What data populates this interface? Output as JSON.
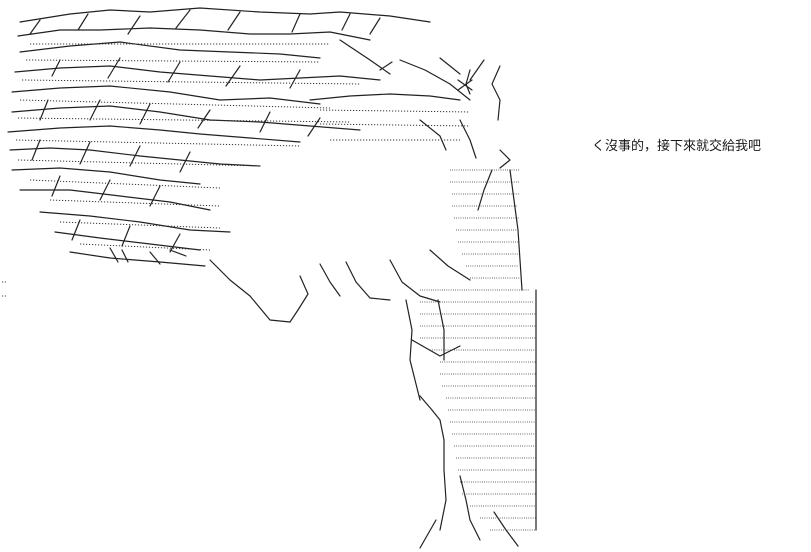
{
  "dialogue": {
    "line": "く沒事的，接下來就交給我吧"
  },
  "art": {
    "style": "shift-jis ascii art",
    "subject": "figure-with-hair-and-cloak"
  }
}
